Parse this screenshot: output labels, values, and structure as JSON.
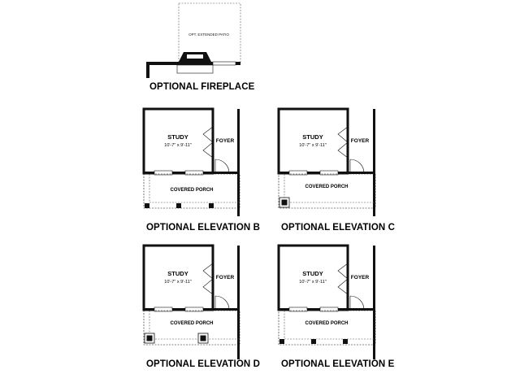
{
  "fireplace": {
    "patio_label": "OPT. EXTENDED PATIO",
    "caption": "OPTIONAL FIREPLACE"
  },
  "elevations": [
    {
      "caption": "OPTIONAL ELEVATION B",
      "study_title": "STUDY",
      "study_dims": "10'-7\" x 9'-11\"",
      "foyer_label": "FOYER",
      "porch_label": "COVERED PORCH"
    },
    {
      "caption": "OPTIONAL ELEVATION C",
      "study_title": "STUDY",
      "study_dims": "10'-7\" x 9'-11\"",
      "foyer_label": "FOYER",
      "porch_label": "COVERED PORCH"
    },
    {
      "caption": "OPTIONAL ELEVATION D",
      "study_title": "STUDY",
      "study_dims": "10'-7\" x 9'-11\"",
      "foyer_label": "FOYER",
      "porch_label": "COVERED PORCH"
    },
    {
      "caption": "OPTIONAL ELEVATION E",
      "study_title": "STUDY",
      "study_dims": "10'-7\" x 9'-11\"",
      "foyer_label": "FOYER",
      "porch_label": "COVERED PORCH"
    }
  ]
}
